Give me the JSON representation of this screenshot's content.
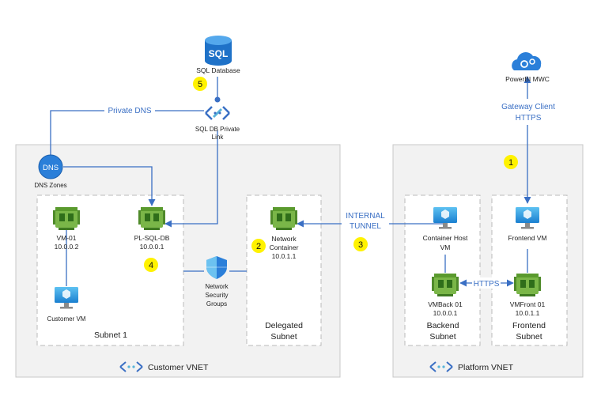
{
  "nodes": {
    "sql_database": {
      "icon_text": "SQL",
      "label": "SQL Database"
    },
    "sql_private_link": {
      "label_line1": "SQL DB Private",
      "label_line2": "Link"
    },
    "powerbi": {
      "label": "PowerBI MWC"
    },
    "dns": {
      "icon_text": "DNS",
      "label": "DNS Zones"
    },
    "vm01": {
      "name": "VM-01",
      "ip": "10.0.0.2"
    },
    "customer_vm": {
      "label": "Customer VM"
    },
    "pl_sql_db": {
      "name": "PL-SQL-DB",
      "ip": "10.0.0.1"
    },
    "nsg": {
      "line1": "Network",
      "line2": "Security",
      "line3": "Groups"
    },
    "network_container": {
      "line1": "Network",
      "line2": "Container",
      "ip": "10.0.1.1"
    },
    "container_host": {
      "line1": "Container Host",
      "line2": "VM"
    },
    "frontend_vm": {
      "label": "Frontend VM"
    },
    "vmback": {
      "name": "VMBack 01",
      "ip": "10.0.0.1"
    },
    "vmfront": {
      "name": "VMFront 01",
      "ip": "10.0.1.1"
    }
  },
  "connectors": {
    "private_dns": "Private DNS",
    "gateway_line1": "Gateway Client",
    "gateway_line2": "HTTPS",
    "internal_line1": "INTERNAL",
    "internal_line2": "TUNNEL",
    "https": "HTTPS"
  },
  "badges": {
    "b1": "1",
    "b2": "2",
    "b3": "3",
    "b4": "4",
    "b5": "5"
  },
  "subnets": {
    "subnet1": "Subnet 1",
    "delegated_line1": "Delegated",
    "delegated_line2": "Subnet",
    "backend_line1": "Backend",
    "backend_line2": "Subnet",
    "frontend_line1": "Frontend",
    "frontend_line2": "Subnet"
  },
  "vnets": {
    "customer": "Customer VNET",
    "platform": "Platform VNET"
  },
  "colors": {
    "connector": "#3a6fc4",
    "badge": "#fff200",
    "vnet_fill": "#f2f2f2",
    "vnet_border": "#c8c8c8"
  }
}
